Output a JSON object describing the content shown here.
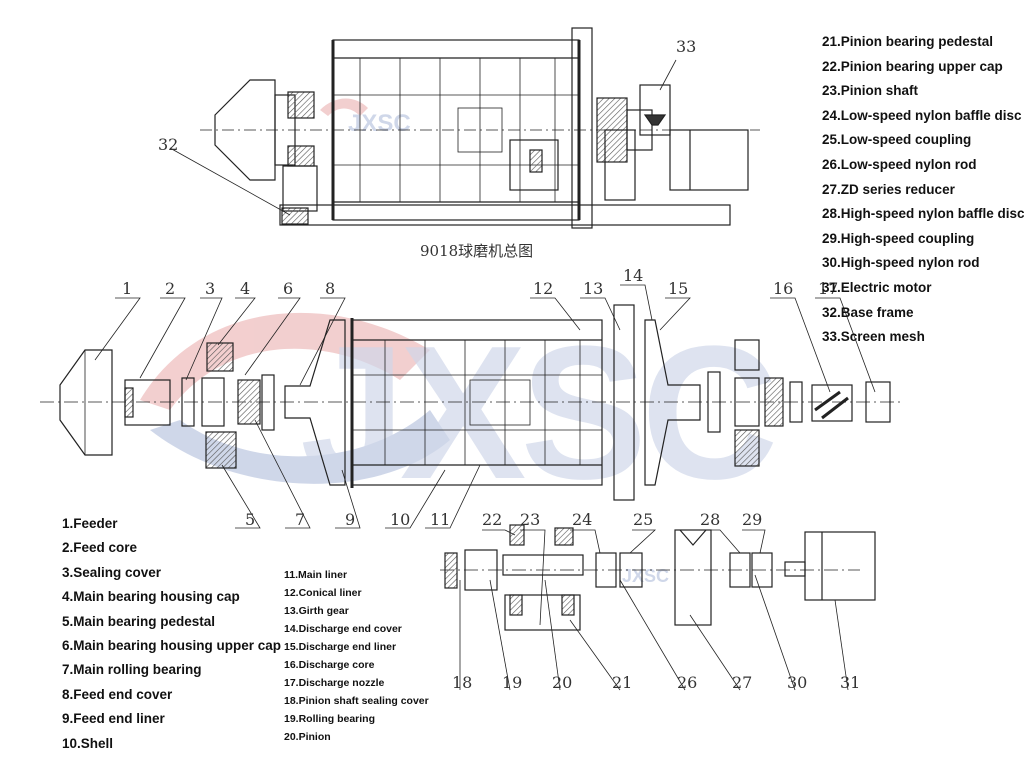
{
  "caption": "9018球磨机总图",
  "watermark": "JXSC",
  "colors": {
    "watermark_red": "#e9a8a8",
    "watermark_blue": "#a9b7d8",
    "line": "#222222",
    "hatch": "#555555"
  },
  "legend_right": [
    "21.Pinion bearing pedestal",
    "22.Pinion bearing upper cap",
    "23.Pinion shaft",
    "24.Low-speed nylon baffle disc",
    "25.Low-speed coupling",
    "26.Low-speed nylon rod",
    "27.ZD series reducer",
    "28.High-speed nylon baffle disc",
    "29.High-speed coupling",
    "30.High-speed nylon rod",
    "31.Electric motor",
    "32.Base frame",
    "33.Screen mesh"
  ],
  "legend_left": [
    "1.Feeder",
    "2.Feed core",
    "3.Sealing cover",
    "4.Main bearing housing cap",
    "5.Main bearing pedestal",
    "6.Main bearing housing upper cap",
    "7.Main rolling bearing",
    "8.Feed end cover",
    "9.Feed end liner",
    "10.Shell"
  ],
  "legend_mid": [
    "11.Main liner",
    "12.Conical liner",
    "13.Girth gear",
    "14.Discharge end cover",
    "15.Discharge end liner",
    "16.Discharge core",
    "17.Discharge nozzle",
    "18.Pinion shaft sealing cover",
    "19.Rolling bearing",
    "20.Pinion"
  ],
  "top_numbers": [
    "32",
    "33"
  ],
  "mid_numbers": [
    "1",
    "2",
    "3",
    "4",
    "6",
    "8",
    "12",
    "13",
    "14",
    "15",
    "16",
    "17"
  ],
  "low_numbers": [
    "5",
    "7",
    "9",
    "10",
    "11"
  ],
  "drive_top_numbers": [
    "22",
    "23",
    "24",
    "25",
    "28",
    "29"
  ],
  "drive_bottom_numbers": [
    "18",
    "19",
    "20",
    "21",
    "26",
    "27",
    "30",
    "31"
  ]
}
